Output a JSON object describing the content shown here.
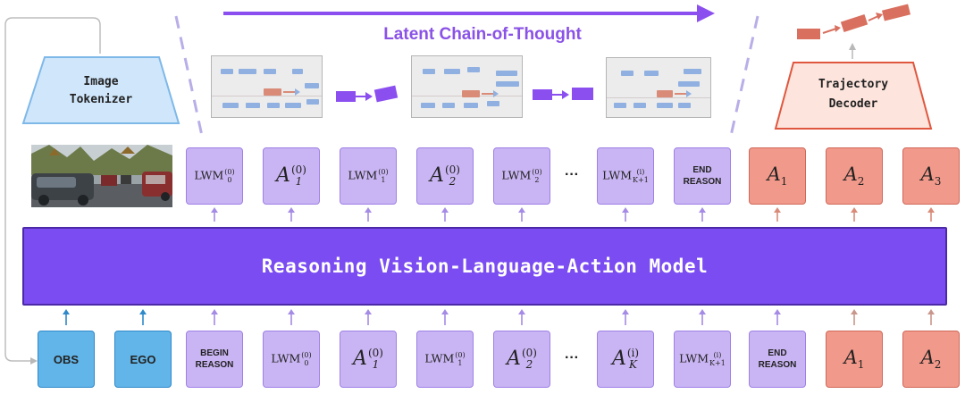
{
  "title": "Latent Chain-of-Thought",
  "model_label": "Reasoning Vision-Language-Action Model",
  "image_tokenizer": [
    "Image",
    "Tokenizer"
  ],
  "trajectory_decoder": [
    "Trajectory",
    "Decoder"
  ],
  "top_tokens": [
    {
      "kind": "lwm",
      "base": "LWM",
      "sub": "0",
      "sup": "(0)"
    },
    {
      "kind": "a",
      "base": "A",
      "sub": "1",
      "sup": "(0)"
    },
    {
      "kind": "lwm",
      "base": "LWM",
      "sub": "1",
      "sup": "(0)"
    },
    {
      "kind": "a",
      "base": "A",
      "sub": "2",
      "sup": "(0)"
    },
    {
      "kind": "lwm",
      "base": "LWM",
      "sub": "2",
      "sup": "(0)"
    },
    {
      "kind": "ellipsis",
      "text": "···"
    },
    {
      "kind": "lwm",
      "base": "LWM",
      "sub": "K+1",
      "sup": "(i)"
    },
    {
      "kind": "text",
      "lines": [
        "END",
        "REASON"
      ]
    },
    {
      "kind": "action",
      "base": "A",
      "sub": "1"
    },
    {
      "kind": "action",
      "base": "A",
      "sub": "2"
    },
    {
      "kind": "action",
      "base": "A",
      "sub": "3"
    }
  ],
  "bottom_tokens": [
    {
      "kind": "input",
      "text": "OBS"
    },
    {
      "kind": "input",
      "text": "EGO"
    },
    {
      "kind": "text",
      "lines": [
        "BEGIN",
        "REASON"
      ]
    },
    {
      "kind": "lwm",
      "base": "LWM",
      "sub": "0",
      "sup": "(0)"
    },
    {
      "kind": "a",
      "base": "A",
      "sub": "1",
      "sup": "(0)"
    },
    {
      "kind": "lwm",
      "base": "LWM",
      "sub": "1",
      "sup": "(0)"
    },
    {
      "kind": "a",
      "base": "A",
      "sub": "2",
      "sup": "(0)"
    },
    {
      "kind": "ellipsis",
      "text": "···"
    },
    {
      "kind": "a",
      "base": "A",
      "sub": "K",
      "sup": "(i)"
    },
    {
      "kind": "lwm",
      "base": "LWM",
      "sub": "K+1",
      "sup": "(i)"
    },
    {
      "kind": "text",
      "lines": [
        "END",
        "REASON"
      ]
    },
    {
      "kind": "action",
      "base": "A",
      "sub": "1"
    },
    {
      "kind": "action",
      "base": "A",
      "sub": "2"
    }
  ],
  "colors": {
    "model": "#7a4cf1",
    "token_purple": "#c9b5f3",
    "token_action": "#f1998a",
    "token_input": "#62b5e8",
    "title": "#8a52e6",
    "image_tokenizer": "#cfe6fb",
    "trajectory_decoder": "#fde4dc"
  }
}
